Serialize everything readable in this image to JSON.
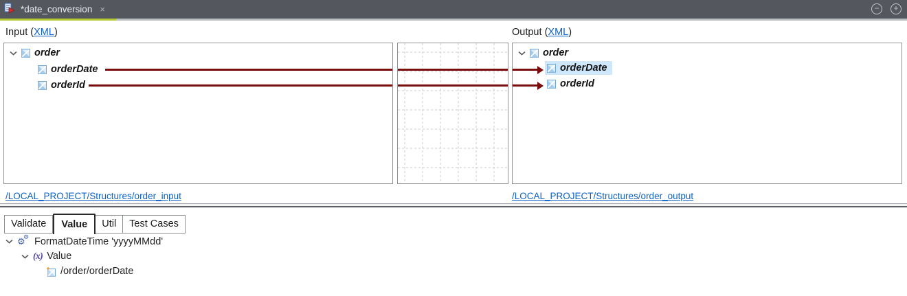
{
  "editor": {
    "tab_title": "*date_conversion",
    "close_glyph": "×",
    "minimize_glyph": "−",
    "maximize_glyph": "+"
  },
  "punct": {
    "open": "(",
    "close": ")"
  },
  "input_section": {
    "label": "Input",
    "format_link": "XML",
    "structure_link": "/LOCAL_PROJECT/Structures/order_input",
    "tree": {
      "root": "order",
      "children": [
        "orderDate",
        "orderId"
      ]
    }
  },
  "output_section": {
    "label": "Output",
    "format_link": "XML",
    "structure_link": "/LOCAL_PROJECT/Structures/order_output",
    "tree": {
      "root": "order",
      "children": [
        {
          "label": "orderDate",
          "selected": true
        },
        {
          "label": "orderId",
          "selected": false
        }
      ]
    }
  },
  "mappings": [
    {
      "from": "orderDate",
      "to": "orderDate"
    },
    {
      "from": "orderId",
      "to": "orderId"
    }
  ],
  "bottom_panel": {
    "tabs": [
      {
        "label": "Validate",
        "active": false
      },
      {
        "label": "Value",
        "active": true
      },
      {
        "label": "Util",
        "active": false
      },
      {
        "label": "Test Cases",
        "active": false
      }
    ],
    "value_tree": {
      "function": "FormatDateTime 'yyyyMMdd'",
      "argument_label": "Value",
      "argument_icon_glyph": "(x)",
      "xpath": "/order/orderDate"
    }
  },
  "icons": {
    "editor_tab_icon": "mapping-document-icon",
    "tree_node_icon": "xml-element-icon",
    "function_icon": "gears-icon",
    "argument_icon": "fx-icon",
    "xpath_icon": "xml-element-new-icon"
  },
  "colors": {
    "tabbar_bg": "#54575e",
    "active_tab_underline": "#b5c934",
    "mapping_line": "#7a0c0c",
    "selection_highlight": "#cfe7fa",
    "link": "#0d62c9",
    "panel_border": "#8f9294"
  }
}
